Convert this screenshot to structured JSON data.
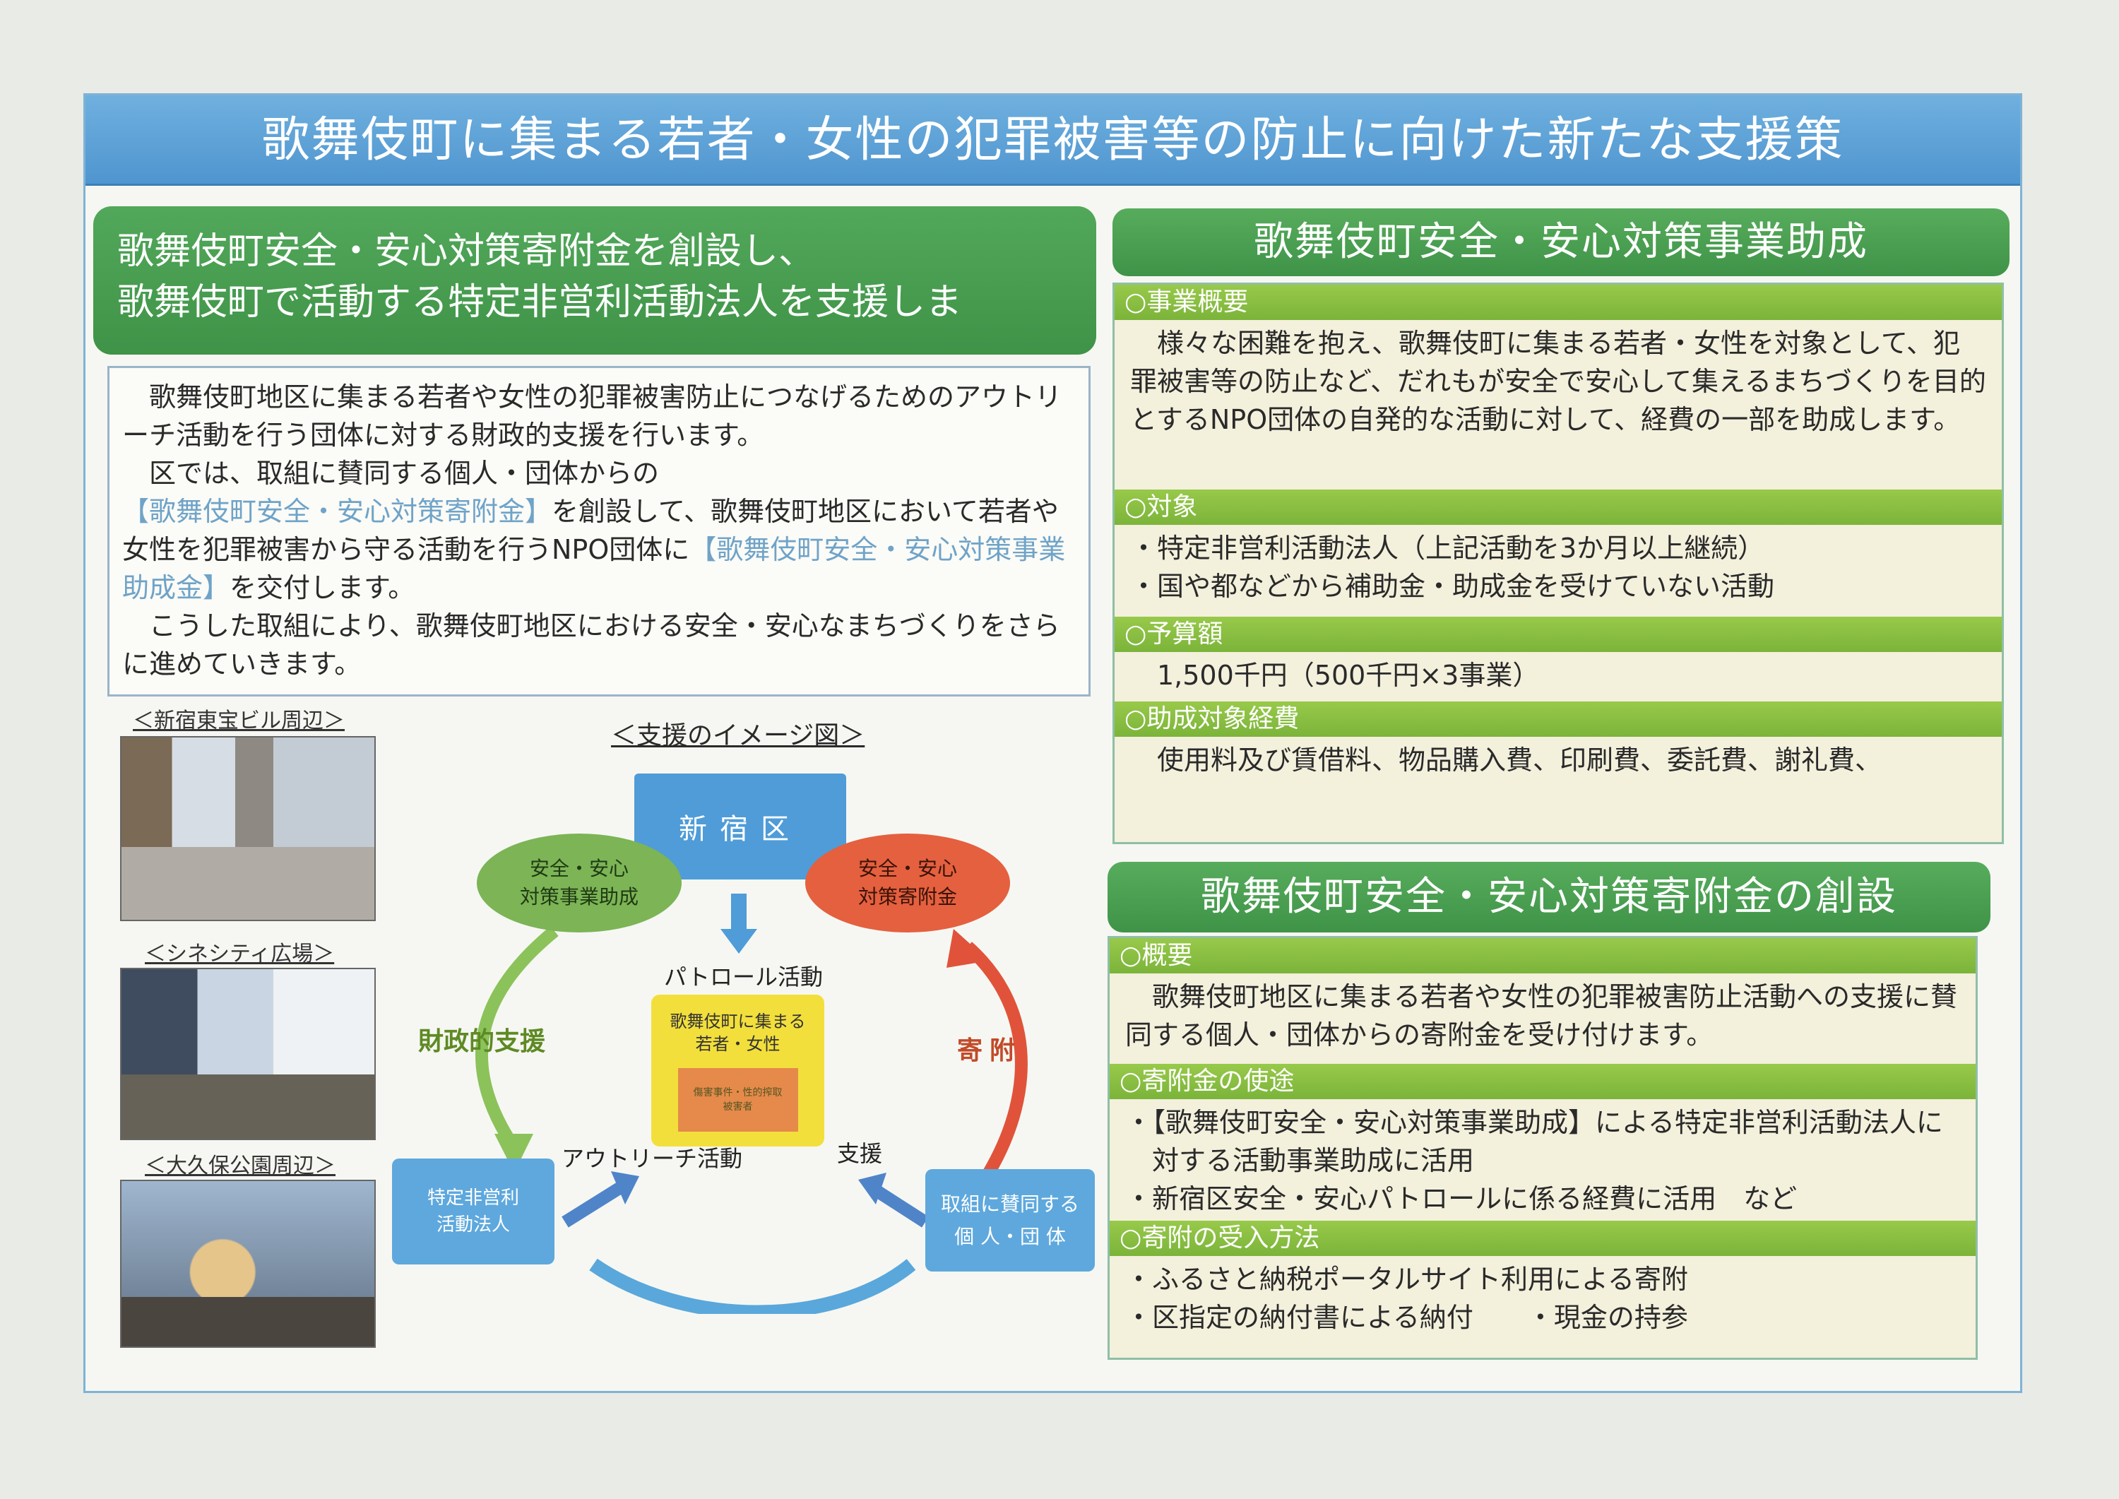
{
  "main_title": "歌舞伎町に集まる若者・女性の犯罪被害等の防止に向けた新たな支援策",
  "left_banner": {
    "line1": "歌舞伎町安全・安心対策寄附金を創設し、",
    "line2": "歌舞伎町で活動する特定非営利活動法人を支援しま"
  },
  "left_body": {
    "p1": "歌舞伎町地区に集まる若者や女性の犯罪被害防止につなげるためのアウトリーチ活動を行う団体に対する財政的支援を行います。",
    "p2_a": "区では、取組に賛同する個人・団体からの",
    "p2_hl1": "【歌舞伎町安全・安心対策寄附金】",
    "p2_b": "を創設して、歌舞伎町地区において若者や女性を犯罪被害から守る活動を行うNPO団体に",
    "p2_hl2": "【歌舞伎町安全・安心対策事業助成金】",
    "p2_c": "を交付します。",
    "p3": "こうした取組により、歌舞伎町地区における安全・安心なまちづくりをさらに進めていきます。"
  },
  "photos": [
    {
      "caption": "＜新宿東宝ビル周辺＞"
    },
    {
      "caption": "＜シネシティ広場＞"
    },
    {
      "caption": "＜大久保公園周辺＞"
    }
  ],
  "diagram": {
    "title": "＜支援のイメージ図＞",
    "shinjuku": "新宿区",
    "grant_node": {
      "line1": "安全・安心",
      "line2": "対策事業助成"
    },
    "donation_node": {
      "line1": "安全・安心",
      "line2": "対策寄附金"
    },
    "npo_node": {
      "line1": "特定非営利",
      "line2": "活動法人"
    },
    "donor_node": {
      "line1": "取組に賛同する",
      "line2": "個 人・団 体"
    },
    "patrol_label": "パトロール活動",
    "yellow_line1": "歌舞伎町に集まる",
    "yellow_line2": "若者・女性",
    "inner_line1": "傷害事件・性的搾取",
    "inner_line2": "被害者",
    "financial_support": "財政的支援",
    "donation_label": "寄附",
    "outreach_label": "アウトリーチ活動",
    "support_label": "支援"
  },
  "right": {
    "grant": {
      "banner": "歌舞伎町安全・安心対策事業助成",
      "overview_head": "○事業概要",
      "overview_body": "様々な困難を抱え、歌舞伎町に集まる若者・女性を対象として、犯罪被害等の防止など、だれもが安全で安心して集えるまちづくりを目的とするNPO団体の自発的な活動に対して、経費の一部を助成します。",
      "target_head": "○対象",
      "target_1": "・特定非営利活動法人（上記活動を3か月以上継続）",
      "target_2": "・国や都などから補助金・助成金を受けていない活動",
      "budget_head": "○予算額",
      "budget_body": "1,500千円（500千円×3事業）",
      "expense_head": "○助成対象経費",
      "expense_body": "使用料及び賃借料、物品購入費、印刷費、委託費、謝礼費、"
    },
    "donation": {
      "banner": "歌舞伎町安全・安心対策寄附金の創設",
      "overview_head": "○概要",
      "overview_body": "歌舞伎町地区に集まる若者や女性の犯罪被害防止活動への支援に賛同する個人・団体からの寄附金を受け付けます。",
      "use_head": "○寄附金の使途",
      "use_1": "・【歌舞伎町安全・安心対策事業助成】による特定非営利活動法人に対する活動事業助成に活用",
      "use_2": "・新宿区安全・安心パトロールに係る経費に活用　など",
      "method_head": "○寄附の受入方法",
      "method_1": "・ふるさと納税ポータルサイト利用による寄附",
      "method_2": "・区指定の納付書による納付　　・現金の持参"
    }
  }
}
